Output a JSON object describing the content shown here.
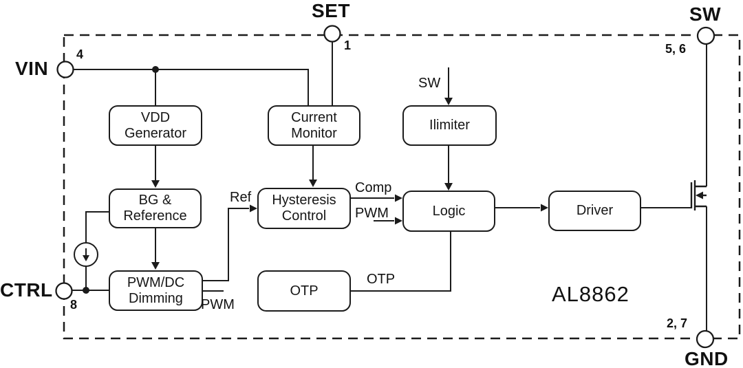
{
  "chip": {
    "part_number": "AL8862"
  },
  "pins": {
    "vin": {
      "name": "VIN",
      "number": "4"
    },
    "set": {
      "name": "SET",
      "number": "1"
    },
    "sw": {
      "name": "SW",
      "number": "5, 6"
    },
    "ctrl": {
      "name": "CTRL",
      "number": "8"
    },
    "gnd": {
      "name": "GND",
      "number": "2, 7"
    }
  },
  "blocks": {
    "vdd_generator": {
      "label": "VDD\nGenerator"
    },
    "current_monitor": {
      "label": "Current\nMonitor"
    },
    "ilimiter": {
      "label": "Ilimiter"
    },
    "bg_reference": {
      "label": "BG &\nReference"
    },
    "hysteresis_control": {
      "label": "Hysteresis\nControl"
    },
    "logic": {
      "label": "Logic"
    },
    "driver": {
      "label": "Driver"
    },
    "pwm_dc_dimming": {
      "label": "PWM/DC\nDimming"
    },
    "otp": {
      "label": "OTP"
    }
  },
  "signals": {
    "sw_input": "SW",
    "ref": "Ref",
    "comp": "Comp",
    "pwm_to_logic": "PWM",
    "pwm_output": "PWM",
    "otp_wire": "OTP"
  },
  "colors": {
    "line": "#1b1b1b",
    "background": "#ffffff"
  }
}
